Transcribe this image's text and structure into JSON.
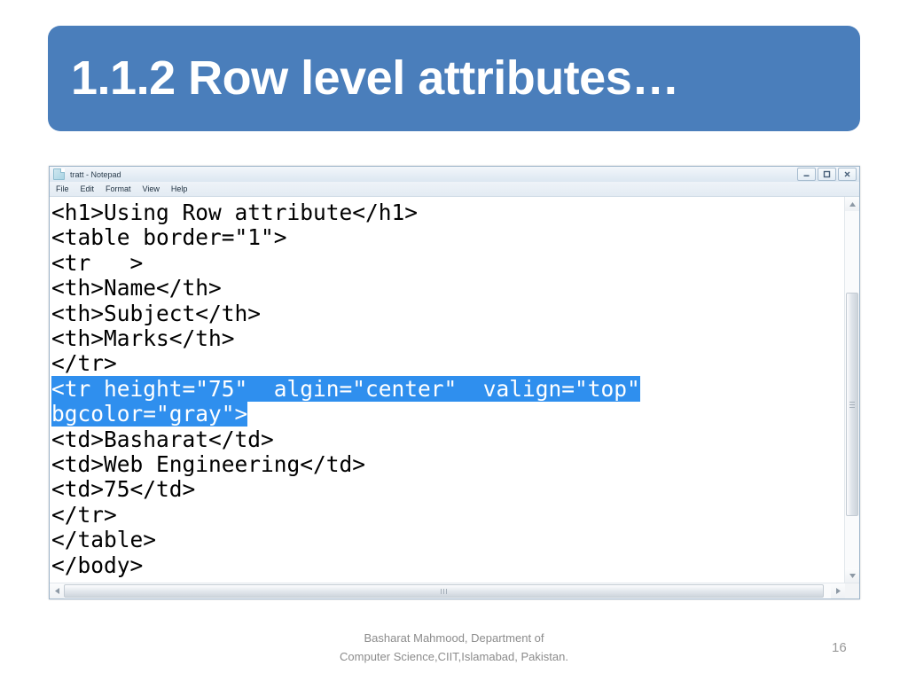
{
  "slide": {
    "title": "1.1.2 Row level attributes…",
    "banner_color": "#4a7ebb",
    "page_number": "16",
    "footer_line1": "Basharat Mahmood, Department of",
    "footer_line2": "Computer Science,CIIT,Islamabad, Pakistan."
  },
  "notepad": {
    "title": "tratt - Notepad",
    "icon": "notepad-document-icon",
    "window_buttons": [
      {
        "name": "minimize",
        "glyph": "—"
      },
      {
        "name": "maximize",
        "glyph": "❐"
      },
      {
        "name": "close",
        "glyph": "✕"
      }
    ],
    "menu": [
      "File",
      "Edit",
      "Format",
      "View",
      "Help"
    ],
    "selection_color": "#2f8fee",
    "code_lines": [
      {
        "text": "<h1>Using Row attribute</h1>",
        "selected": false
      },
      {
        "text": "<table border=\"1\">",
        "selected": false
      },
      {
        "text": "<tr   >",
        "selected": false
      },
      {
        "text": "<th>Name</th>",
        "selected": false
      },
      {
        "text": "<th>Subject</th>",
        "selected": false
      },
      {
        "text": "<th>Marks</th>",
        "selected": false
      },
      {
        "text": "</tr>",
        "selected": false
      },
      {
        "text": "<tr height=\"75\"  algin=\"center\"  valign=\"top\"",
        "selected": true
      },
      {
        "text": "bgcolor=\"gray\">",
        "selected": true
      },
      {
        "text": "<td>Basharat</td>",
        "selected": false
      },
      {
        "text": "<td>Web Engineering</td>",
        "selected": false
      },
      {
        "text": "<td>75</td>",
        "selected": false
      },
      {
        "text": "</tr>",
        "selected": false
      },
      {
        "text": "</table>",
        "selected": false
      },
      {
        "text": "</body>",
        "selected": false
      }
    ]
  }
}
